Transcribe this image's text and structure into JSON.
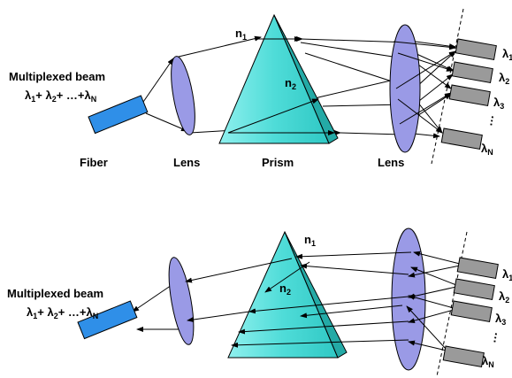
{
  "top_diagram": {
    "input_title": "Multiplexed beam",
    "input_formula": "λ1+ λ2+ …+λN",
    "index_n1": "n1",
    "index_n2": "n2",
    "labels": {
      "fiber": "Fiber",
      "lens_left": "Lens",
      "prism": "Prism",
      "lens_right": "Lens"
    },
    "outputs": [
      "λ1",
      "λ2",
      "λ3",
      "λN"
    ]
  },
  "bottom_diagram": {
    "input_title": "Multiplexed beam",
    "input_formula": "λ1+ λ2+ …+λN",
    "index_n1": "n1",
    "index_n2": "n2",
    "outputs": [
      "λ1",
      "λ2",
      "λ3",
      "λN"
    ]
  },
  "colors": {
    "fiber": "#2f8fe8",
    "lens": "#9a9ae6",
    "prism": "#5ee0dc",
    "detector": "#9a9a9a"
  }
}
